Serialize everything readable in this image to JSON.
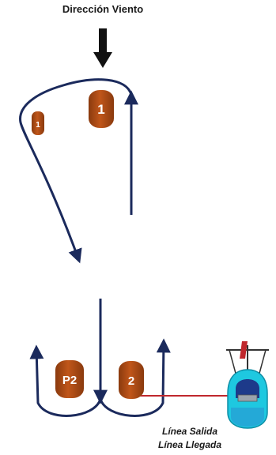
{
  "wind": {
    "label": "Dirección Viento"
  },
  "marks": {
    "mark_1_main": "1",
    "mark_1_offset": "1",
    "mark_2": "2",
    "mark_p2": "P2"
  },
  "finish": {
    "start_line": "Línea Salida",
    "finish_line": "Línea Llegada"
  },
  "colors": {
    "course_line": "#1b2a5c",
    "buoy_fill": "#c0561a",
    "buoy_shade": "#8a3a0e",
    "start_line": "#c0282d",
    "boat_hull": "#1ec8e0",
    "boat_cabin": "#1d3a8a"
  }
}
